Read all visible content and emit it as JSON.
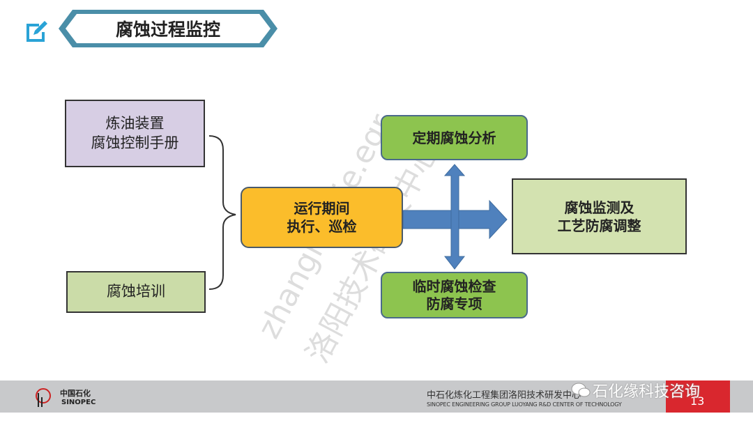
{
  "header": {
    "title": "腐蚀过程监控",
    "icon": "edit-icon"
  },
  "diagram": {
    "manual": {
      "line1": "炼油装置",
      "line2": "腐蚀控制手册"
    },
    "training": "腐蚀培训",
    "operation": {
      "line1": "运行期间",
      "line2": "执行、巡检"
    },
    "periodic": "定期腐蚀分析",
    "temporary": {
      "line1": "临时腐蚀检查",
      "line2": "防腐专项"
    },
    "monitoring": {
      "line1": "腐蚀监测及",
      "line2": "工艺防腐调整"
    }
  },
  "watermark": {
    "line1": "zhangningie.egr",
    "line2": "洛阳技术研发中心"
  },
  "footer": {
    "logo_cn": "中国石化",
    "logo_en": "SINOPEC",
    "org_cn": "中石化炼化工程集团洛阳技术研发中心",
    "org_en": "SINOPEC ENGINEERING GROUP  LUOYANG R&D CENTER OF TECHNOLOGY",
    "wechat": "石化缘科技咨询",
    "page": "13"
  },
  "colors": {
    "orange": "#fbbd2b",
    "green": "#8dc44f",
    "light_green": "#cbdca8",
    "lavender": "#d7cee4",
    "arrow": "#4f81bd"
  }
}
